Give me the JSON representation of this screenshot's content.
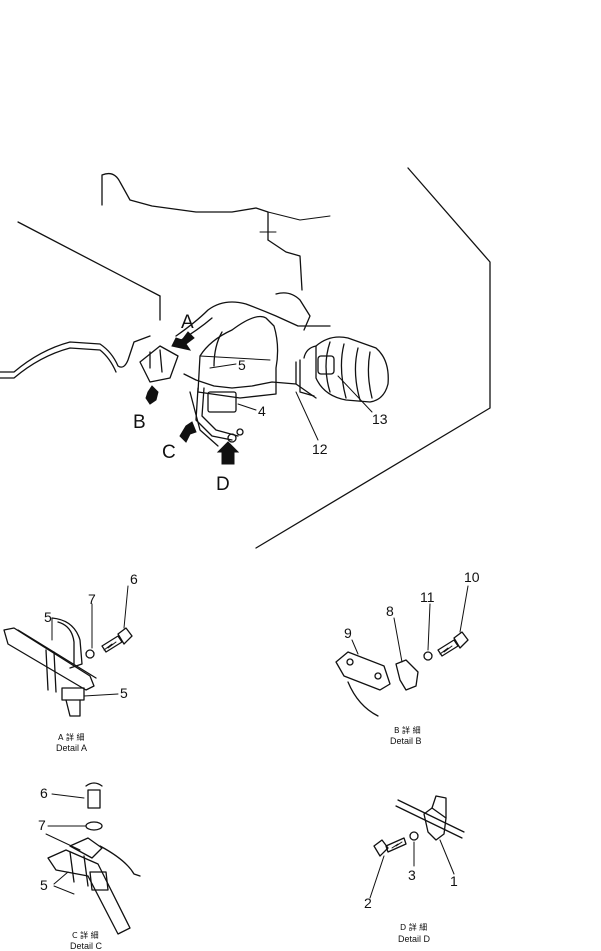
{
  "main_view": {
    "view_labels": {
      "a": "A",
      "b": "B",
      "c": "C",
      "d": "D"
    },
    "part_labels": {
      "p4": "4",
      "p5": "5",
      "p12": "12",
      "p13": "13"
    }
  },
  "detail_a": {
    "caption_jp": "A 詳 細",
    "caption_en": "Detail A",
    "part_labels": {
      "p5_upper": "5",
      "p5_lower": "5",
      "p6": "6",
      "p7": "7"
    }
  },
  "detail_b": {
    "caption_jp": "B 詳 細",
    "caption_en": "Detail B",
    "part_labels": {
      "p8": "8",
      "p9": "9",
      "p10": "10",
      "p11": "11"
    }
  },
  "detail_c": {
    "caption_jp": "C 詳 細",
    "caption_en": "Detail C",
    "part_labels": {
      "p5": "5",
      "p6": "6",
      "p7": "7"
    }
  },
  "detail_d": {
    "caption_jp": "D 詳 細",
    "caption_en": "Detail D",
    "part_labels": {
      "p1": "1",
      "p2": "2",
      "p3": "3"
    }
  }
}
